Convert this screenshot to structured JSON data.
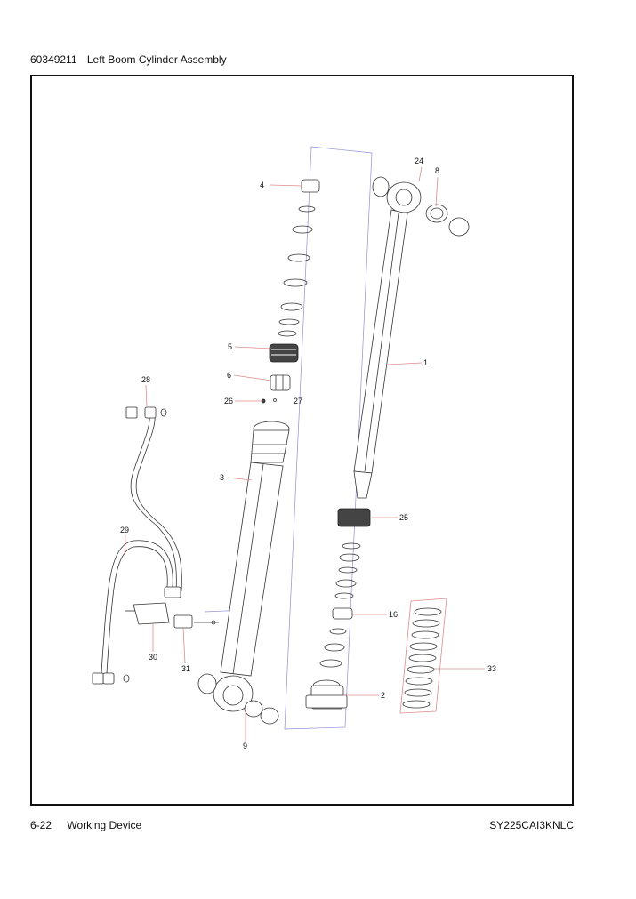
{
  "header": {
    "part_number": "60349211",
    "title": "Left Boom Cylinder Assembly"
  },
  "footer": {
    "page": "6-22",
    "section": "Working Device",
    "model": "SY225CAI3KNLC"
  },
  "callouts": {
    "c1": "1",
    "c2": "2",
    "c3": "3",
    "c4": "4",
    "c5": "5",
    "c6": "6",
    "c8": "8",
    "c9": "9",
    "c16": "16",
    "c24": "24",
    "c25": "25",
    "c26": "26",
    "c27": "27",
    "c28": "28",
    "c29": "29",
    "c30": "30",
    "c31": "31",
    "c33": "33"
  },
  "colors": {
    "leader": "#e08a8a",
    "centerline": "#8f8fd8",
    "frame": "#111111"
  }
}
